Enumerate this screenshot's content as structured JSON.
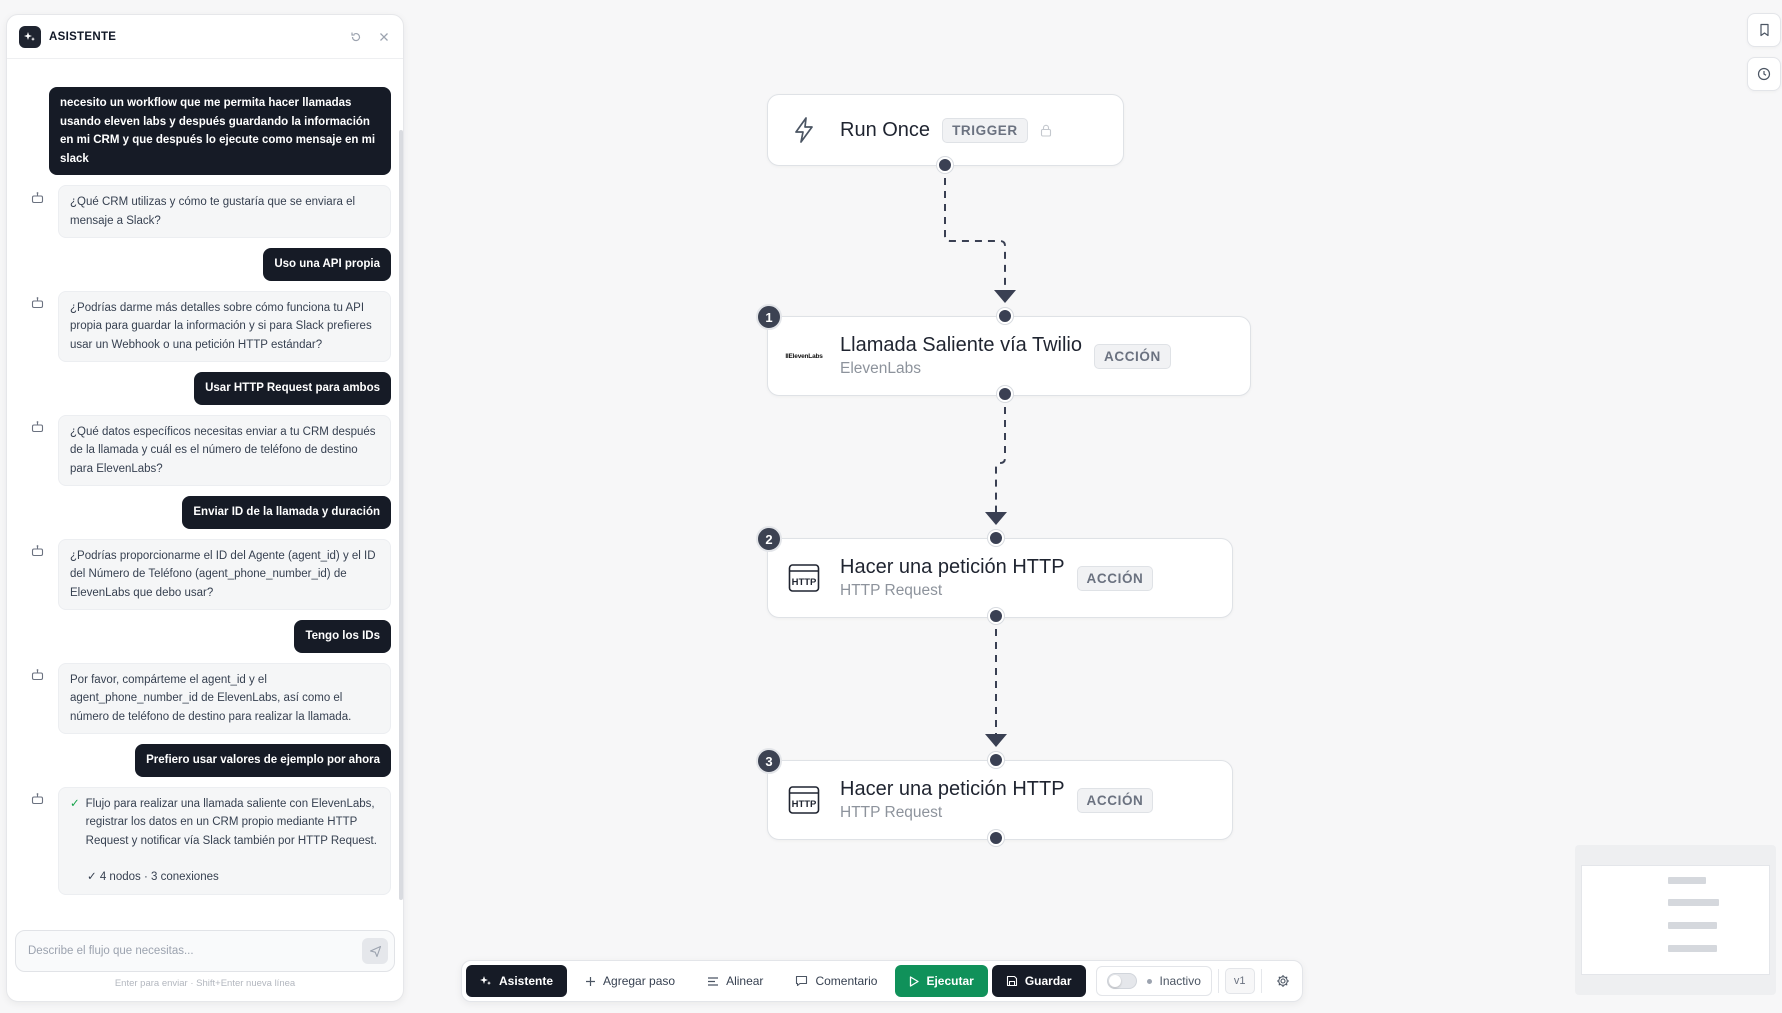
{
  "assistant": {
    "title": "ASISTENTE",
    "messages": [
      {
        "role": "user",
        "text": "necesito un workflow que me permita hacer llamadas usando eleven labs y después guardando la información en mi CRM y que después lo ejecute como mensaje en mi slack"
      },
      {
        "role": "bot",
        "text": "¿Qué CRM utilizas y cómo te gustaría que se enviara el mensaje a Slack?"
      },
      {
        "role": "user",
        "text": "Uso una API propia"
      },
      {
        "role": "bot",
        "text": "¿Podrías darme más detalles sobre cómo funciona tu API propia para guardar la información y si para Slack prefieres usar un Webhook o una petición HTTP estándar?"
      },
      {
        "role": "user",
        "text": "Usar HTTP Request para ambos"
      },
      {
        "role": "bot",
        "text": "¿Qué datos específicos necesitas enviar a tu CRM después de la llamada y cuál es el número de teléfono de destino para ElevenLabs?"
      },
      {
        "role": "user",
        "text": "Enviar ID de la llamada y duración"
      },
      {
        "role": "bot",
        "text": "¿Podrías proporcionarme el ID del Agente (agent_id) y el ID del Número de Teléfono (agent_phone_number_id) de ElevenLabs que debo usar?"
      },
      {
        "role": "user",
        "text": "Tengo los IDs"
      },
      {
        "role": "bot",
        "text": "Por favor, compárteme el agent_id y el agent_phone_number_id de ElevenLabs, así como el número de teléfono de destino para realizar la llamada."
      },
      {
        "role": "user",
        "text": "Prefiero usar valores de ejemplo por ahora"
      }
    ],
    "final": {
      "text": "Flujo para realizar una llamada saliente con ElevenLabs, registrar los datos en un CRM propio mediante HTTP Request y notificar vía Slack también por HTTP Request.",
      "meta": "✓ 4 nodos · 3 conexiones"
    },
    "input_placeholder": "Describe el flujo que necesitas...",
    "hint": "Enter para enviar · Shift+Enter nueva línea"
  },
  "nodes": {
    "trigger": {
      "title": "Run Once",
      "badge": "TRIGGER"
    },
    "n1": {
      "num": "1",
      "title": "Llamada Saliente vía Twilio",
      "sub": "ElevenLabs",
      "badge": "ACCIÓN",
      "logo": "IIElevenLabs"
    },
    "n2": {
      "num": "2",
      "title": "Hacer una petición HTTP",
      "sub": "HTTP Request",
      "badge": "ACCIÓN",
      "logo": "HTTP"
    },
    "n3": {
      "num": "3",
      "title": "Hacer una petición HTTP",
      "sub": "HTTP Request",
      "badge": "ACCIÓN",
      "logo": "HTTP"
    }
  },
  "toolbar": {
    "assistant": "Asistente",
    "add_step": "Agregar paso",
    "align": "Alinear",
    "comment": "Comentario",
    "run": "Ejecutar",
    "save": "Guardar",
    "status": "Inactivo",
    "version": "v1"
  },
  "colors": {
    "run": "#10915a",
    "dark": "#161b26",
    "check": "#16a34a"
  }
}
